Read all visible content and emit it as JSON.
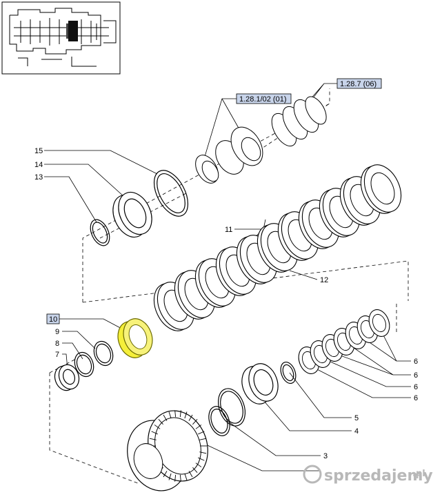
{
  "callouts": {
    "ref_top_left": "1.28.1/02 (01)",
    "ref_top_right": "1.28.7 (06)",
    "n15": "15",
    "n14": "14",
    "n13": "13",
    "n11": "11",
    "n12": "12",
    "n10": "10",
    "n9": "9",
    "n8": "8",
    "n7": "7",
    "n6a": "6",
    "n6b": "6",
    "n6c": "6",
    "n6d": "6",
    "n5": "5",
    "n4": "4",
    "n3": "3"
  },
  "watermark": {
    "text": "sprzedajemy",
    "suffix": ".pl"
  },
  "colors": {
    "highlight_part": "#f5ef3a",
    "callout_box": "#c8d4ea",
    "line": "#000000"
  }
}
